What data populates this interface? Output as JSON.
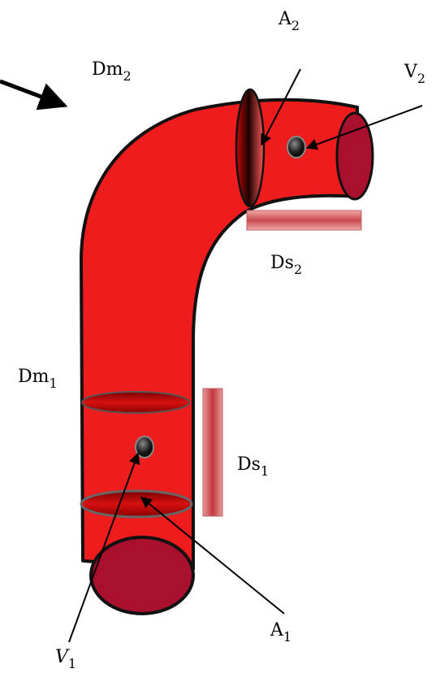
{
  "labels": {
    "A2": {
      "base": "A",
      "sub": "2"
    },
    "V2": {
      "base": "V",
      "sub": "2"
    },
    "Dm2": {
      "base": "Dm",
      "sub": "2"
    },
    "Ds2": {
      "base": "Ds",
      "sub": "2"
    },
    "Dm1": {
      "base": "Dm",
      "sub": "1"
    },
    "Ds1": {
      "base": "Ds",
      "sub": "1"
    },
    "A1": {
      "base": "A",
      "sub": "1"
    },
    "V1": {
      "base": "V",
      "sub": "1"
    }
  },
  "colors": {
    "vessel": "#ee1c1c",
    "vessel_dark": "#a8102e",
    "outline": "#111111",
    "bar": "#d9676b"
  }
}
